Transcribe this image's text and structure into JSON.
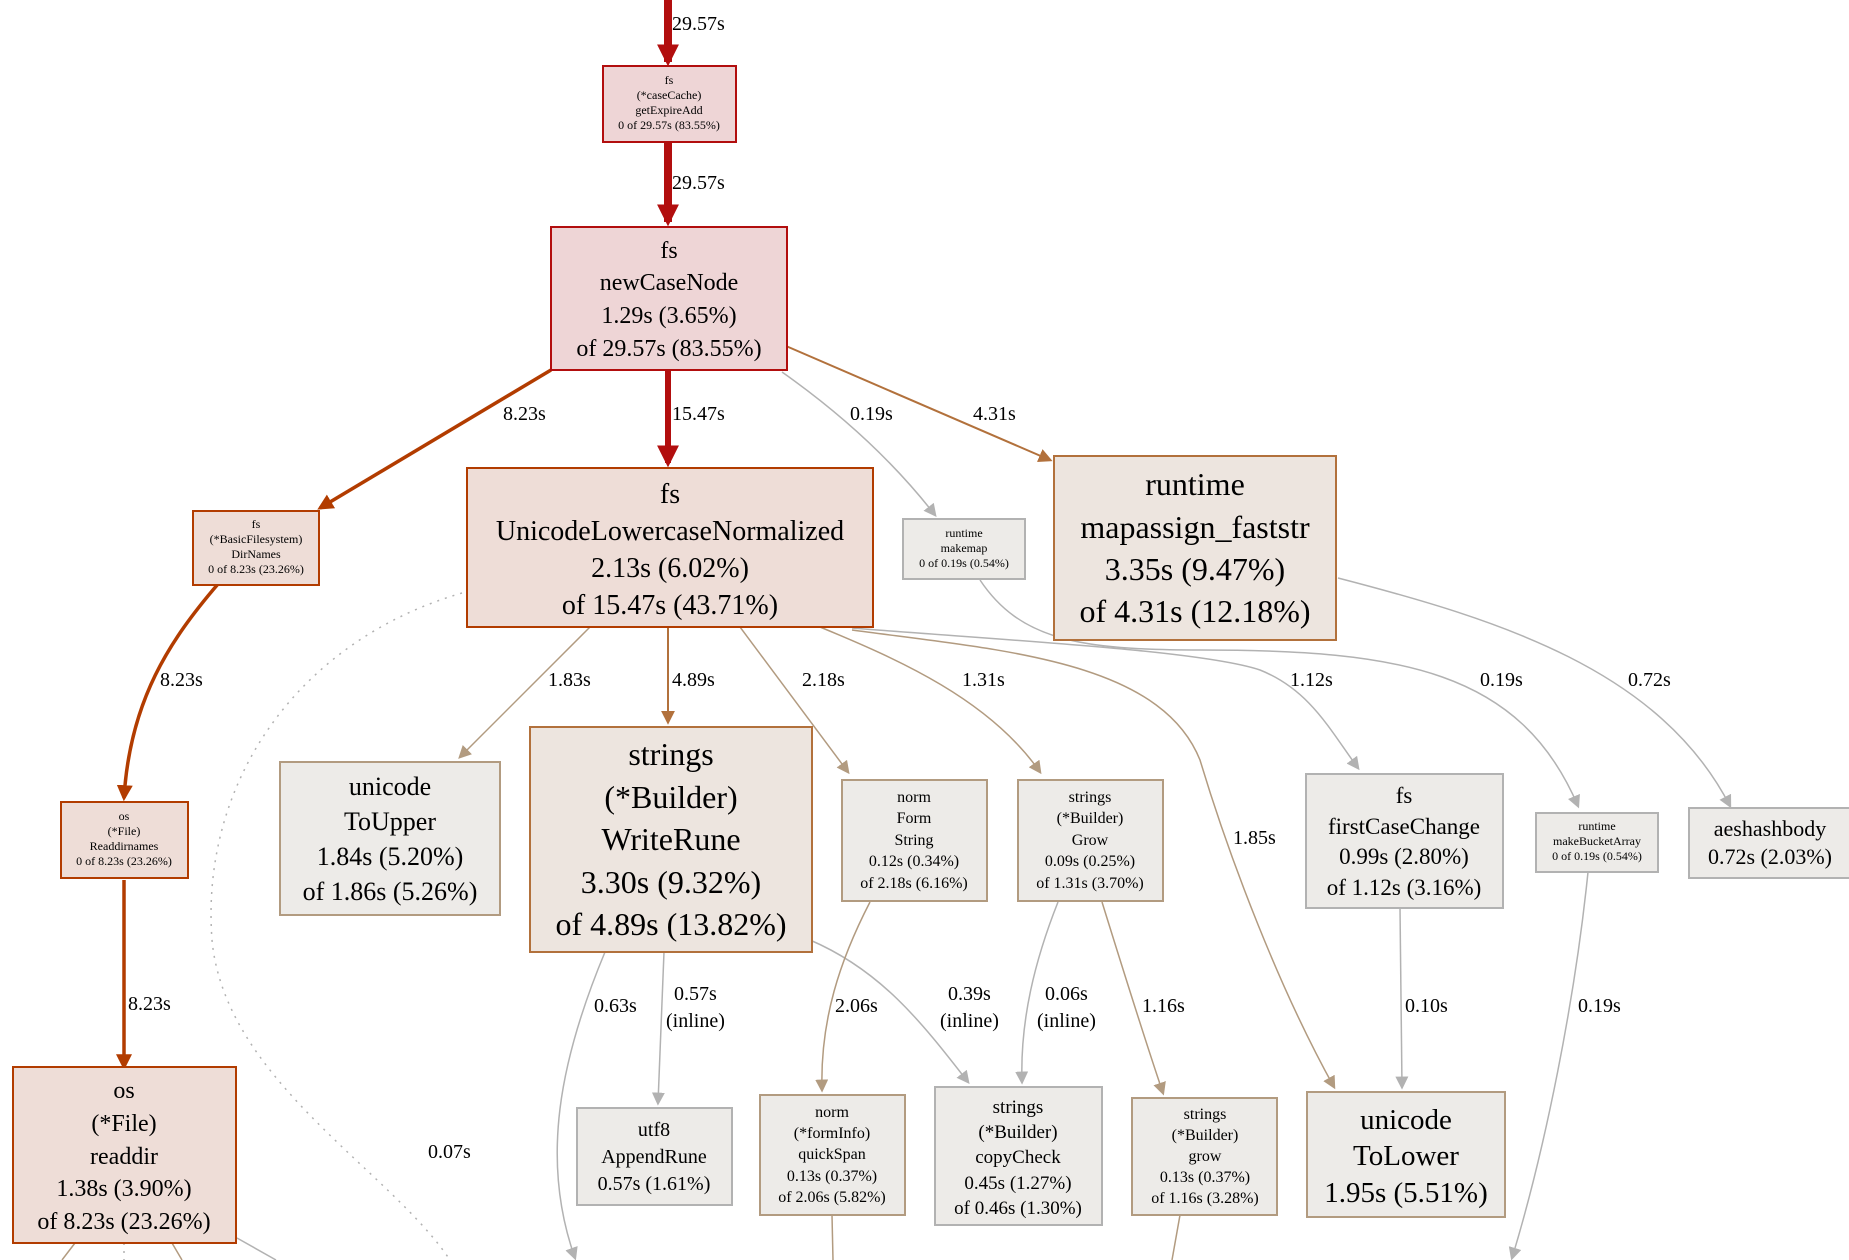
{
  "colors": {
    "hot_edge": "#b20e0e",
    "warm_edge": "#b23c00",
    "tan_edge": "#b28b62",
    "gray_edge": "#b2b2b2",
    "node_hot_fill": "#eed5d6",
    "node_warm_fill": "#eeddd7",
    "node_tan_fill": "#ede5df",
    "node_gray_fill": "#edebe8"
  },
  "nodes": {
    "getExpireAdd": {
      "lines": [
        "fs",
        "(*caseCache)",
        "getExpireAdd",
        "0 of 29.57s (83.55%)"
      ]
    },
    "newCaseNode": {
      "lines": [
        "fs",
        "newCaseNode",
        "1.29s (3.65%)",
        "of 29.57s (83.55%)"
      ]
    },
    "dirNames": {
      "lines": [
        "fs",
        "(*BasicFilesystem)",
        "DirNames",
        "0 of 8.23s (23.26%)"
      ]
    },
    "ulcn": {
      "lines": [
        "fs",
        "UnicodeLowercaseNormalized",
        "2.13s (6.02%)",
        "of 15.47s (43.71%)"
      ]
    },
    "makemap": {
      "lines": [
        "runtime",
        "makemap",
        "0 of 0.19s (0.54%)"
      ]
    },
    "mapassign": {
      "lines": [
        "runtime",
        "mapassign_faststr",
        "3.35s (9.47%)",
        "of 4.31s (12.18%)"
      ]
    },
    "readdirnames": {
      "lines": [
        "os",
        "(*File)",
        "Readdirnames",
        "0 of 8.23s (23.26%)"
      ]
    },
    "toUpper": {
      "lines": [
        "unicode",
        "ToUpper",
        "1.84s (5.20%)",
        "of 1.86s (5.26%)"
      ]
    },
    "writeRune": {
      "lines": [
        "strings",
        "(*Builder)",
        "WriteRune",
        "3.30s (9.32%)",
        "of 4.89s (13.82%)"
      ]
    },
    "formString": {
      "lines": [
        "norm",
        "Form",
        "String",
        "0.12s (0.34%)",
        "of 2.18s (6.16%)"
      ]
    },
    "grow": {
      "lines": [
        "strings",
        "(*Builder)",
        "Grow",
        "0.09s (0.25%)",
        "of 1.31s (3.70%)"
      ]
    },
    "firstCaseChange": {
      "lines": [
        "fs",
        "firstCaseChange",
        "0.99s (2.80%)",
        "of 1.12s (3.16%)"
      ]
    },
    "makeBucketArray": {
      "lines": [
        "runtime",
        "makeBucketArray",
        "0 of 0.19s (0.54%)"
      ]
    },
    "aeshashbody": {
      "lines": [
        "aeshashbody",
        "0.72s (2.03%)"
      ]
    },
    "readdir": {
      "lines": [
        "os",
        "(*File)",
        "readdir",
        "1.38s (3.90%)",
        "of 8.23s (23.26%)"
      ]
    },
    "appendRune": {
      "lines": [
        "utf8",
        "AppendRune",
        "0.57s (1.61%)"
      ]
    },
    "quickSpan": {
      "lines": [
        "norm",
        "(*formInfo)",
        "quickSpan",
        "0.13s (0.37%)",
        "of 2.06s (5.82%)"
      ]
    },
    "copyCheck": {
      "lines": [
        "strings",
        "(*Builder)",
        "copyCheck",
        "0.45s (1.27%)",
        "of 0.46s (1.30%)"
      ]
    },
    "growLower": {
      "lines": [
        "strings",
        "(*Builder)",
        "grow",
        "0.13s (0.37%)",
        "of 1.16s (3.28%)"
      ]
    },
    "toLower": {
      "lines": [
        "unicode",
        "ToLower",
        "1.95s (5.51%)"
      ]
    }
  },
  "edges": {
    "in_top": [
      "29.57s"
    ],
    "gea_ncn": [
      "29.57s"
    ],
    "ncn_dir": [
      "8.23s"
    ],
    "ncn_ulcn": [
      "15.47s"
    ],
    "ncn_makemap": [
      "0.19s"
    ],
    "ncn_mapassign": [
      "4.31s"
    ],
    "dir_readdirnames": [
      "8.23s"
    ],
    "ulcn_toupper": [
      "1.83s"
    ],
    "ulcn_writerune": [
      "4.89s"
    ],
    "ulcn_formstring": [
      "2.18s"
    ],
    "ulcn_grow": [
      "1.31s"
    ],
    "ulcn_tolower": [
      "1.85s"
    ],
    "ulcn_firstcase": [
      "1.12s"
    ],
    "makemap_bucket": [
      "0.19s"
    ],
    "mapassign_aes": [
      "0.72s"
    ],
    "readdirnames_readdir": [
      "8.23s"
    ],
    "ulcn_dotted": [
      "0.07s"
    ],
    "writerune_off": [
      "0.63s"
    ],
    "writerune_append": [
      "0.57s",
      "(inline)"
    ],
    "writerune_copycheck": [
      "0.39s",
      "(inline)"
    ],
    "formstring_quickspan": [
      "2.06s"
    ],
    "grow_copycheck": [
      "0.06s",
      "(inline)"
    ],
    "grow_growlower": [
      "1.16s"
    ],
    "firstcase_tolower": [
      "0.10s"
    ],
    "bucket_off": [
      "0.19s"
    ]
  }
}
